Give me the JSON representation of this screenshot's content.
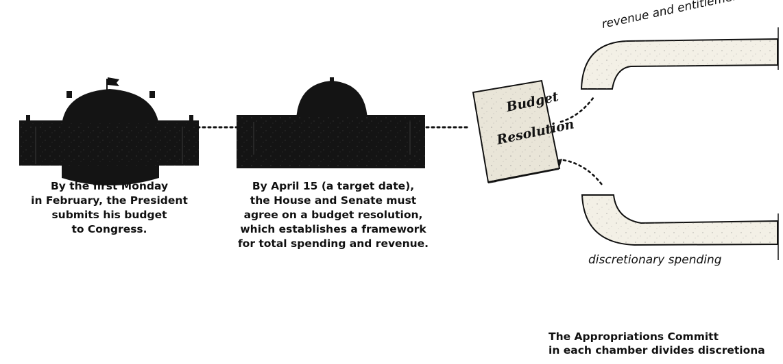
{
  "steps": {
    "president": {
      "caption": "By the first Monday\nin February, the President\nsubmits his budget\nto Congress."
    },
    "congress": {
      "caption": "By April 15 (a target date),\nthe House and Senate must\nagree on a budget resolution,\nwhich establishes a framework\nfor total spending and revenue."
    },
    "book": {
      "title_line1": "Budget",
      "title_line2": "Resolution"
    },
    "branches": {
      "upper_label": "revenue and entitlements",
      "lower_label": "discretionary spending"
    },
    "footer": {
      "caption": "The Appropriations Committ\nin each chamber divides discretiona"
    }
  },
  "colors": {
    "building": "#141414",
    "pipe_fill": "#f3f0e6",
    "book_face": "#e9e5d8",
    "book_side": "#1a1a1a"
  }
}
